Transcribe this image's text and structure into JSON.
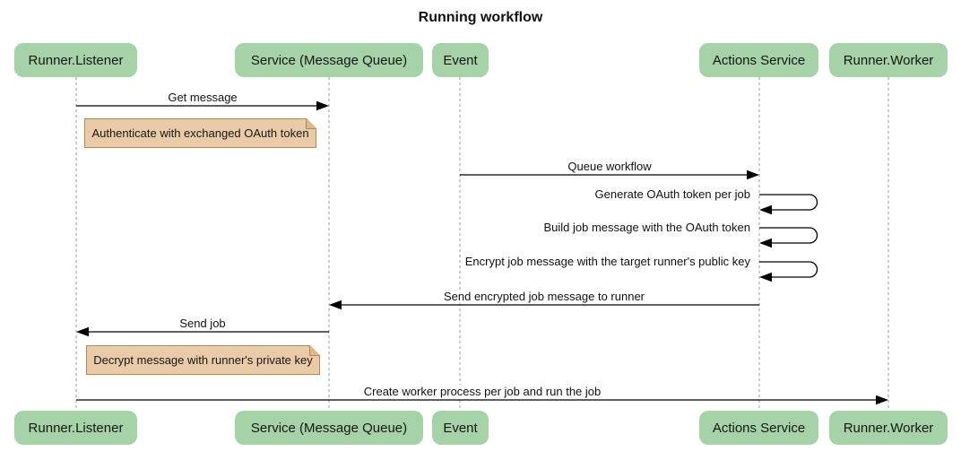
{
  "title": "Running workflow",
  "colors": {
    "actor_fill": "#A5D3A7",
    "note_fill": "#EACBA7",
    "note_border": "#AE8B56",
    "lifeline": "#999999",
    "arrow": "#000000",
    "background": "#ffffff"
  },
  "actors": [
    {
      "name": "Runner.Listener"
    },
    {
      "name": "Service (Message Queue)"
    },
    {
      "name": "Event"
    },
    {
      "name": "Actions Service"
    },
    {
      "name": "Runner.Worker"
    }
  ],
  "messages": [
    {
      "label": "Get message",
      "from": "Runner.Listener",
      "to": "Service (Message Queue)",
      "self": false
    },
    {
      "label": "Queue workflow",
      "from": "Event",
      "to": "Actions Service",
      "self": false
    },
    {
      "label": "Generate OAuth token per job",
      "from": "Actions Service",
      "to": "Actions Service",
      "self": true
    },
    {
      "label": "Build job message with the OAuth token",
      "from": "Actions Service",
      "to": "Actions Service",
      "self": true
    },
    {
      "label": "Encrypt job message with the target runner's public key",
      "from": "Actions Service",
      "to": "Actions Service",
      "self": true
    },
    {
      "label": "Send encrypted job message to runner",
      "from": "Actions Service",
      "to": "Service (Message Queue)",
      "self": false
    },
    {
      "label": "Send job",
      "from": "Service (Message Queue)",
      "to": "Runner.Listener",
      "self": false
    },
    {
      "label": "Create worker process per job and run the job",
      "from": "Runner.Listener",
      "to": "Runner.Worker",
      "self": false
    }
  ],
  "notes": [
    {
      "text": "Authenticate with exchanged OAuth token",
      "anchor": "Runner.Listener"
    },
    {
      "text": "Decrypt message with runner's private key",
      "anchor": "Runner.Listener"
    }
  ]
}
